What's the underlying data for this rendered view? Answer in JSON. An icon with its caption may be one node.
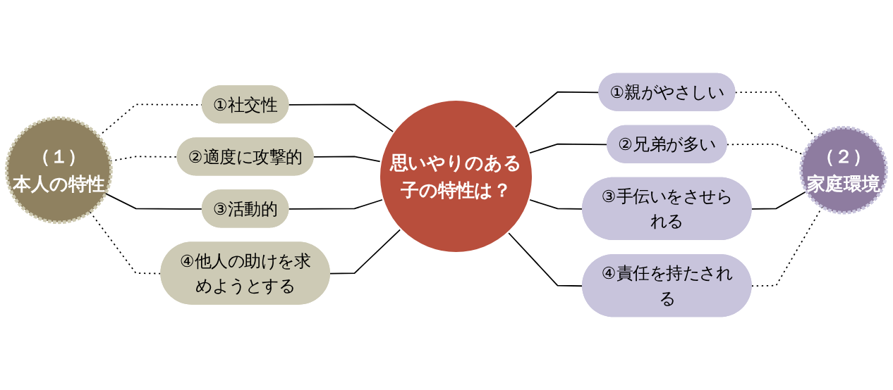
{
  "diagram": {
    "nodes": [
      {
        "text": [
          "（１）",
          "本人の特性"
        ]
      },
      {
        "text": [
          "①社交性"
        ]
      },
      {
        "text": [
          "②適度に攻撃的"
        ]
      },
      {
        "text": [
          "③活動的"
        ]
      },
      {
        "text": [
          "④他人の助けを求めようとする"
        ]
      },
      {
        "text": [
          "思いやりのある子の特性は？"
        ]
      },
      {
        "text": [
          "①親がやさしい"
        ]
      },
      {
        "text": [
          "②兄弟が多い"
        ]
      },
      {
        "text": [
          "③手伝いをさせられる"
        ]
      },
      {
        "text": [
          "④責任を持たされる"
        ]
      },
      {
        "text": [
          "（２）",
          "家庭環境"
        ]
      }
    ],
    "edges": [
      {
        "from": 0,
        "to": 1,
        "arrow": "none",
        "style": "dashed"
      },
      {
        "from": 0,
        "to": 2,
        "arrow": "none",
        "style": "dashed"
      },
      {
        "from": 0,
        "to": 3,
        "arrow": "none"
      },
      {
        "from": 0,
        "to": 4,
        "arrow": "none",
        "style": "dashed"
      },
      {
        "from": 1,
        "to": 5,
        "arrow": "none"
      },
      {
        "from": 2,
        "to": 5,
        "arrow": "none"
      },
      {
        "from": 3,
        "to": 5,
        "arrow": "none"
      },
      {
        "from": 4,
        "to": 5,
        "arrow": "none"
      },
      {
        "from": 5,
        "to": 6,
        "arrow": "none"
      },
      {
        "from": 5,
        "to": 7,
        "arrow": "none"
      },
      {
        "from": 5,
        "to": 8,
        "arrow": "none"
      },
      {
        "from": 5,
        "to": 9,
        "arrow": "none"
      },
      {
        "from": 6,
        "to": 10,
        "arrow": "none",
        "style": "dashed"
      },
      {
        "from": 7,
        "to": 10,
        "arrow": "none",
        "style": "dashed"
      },
      {
        "from": 8,
        "to": 10,
        "arrow": "none"
      },
      {
        "from": 9,
        "to": 10,
        "arrow": "none",
        "style": "dashed"
      }
    ]
  }
}
